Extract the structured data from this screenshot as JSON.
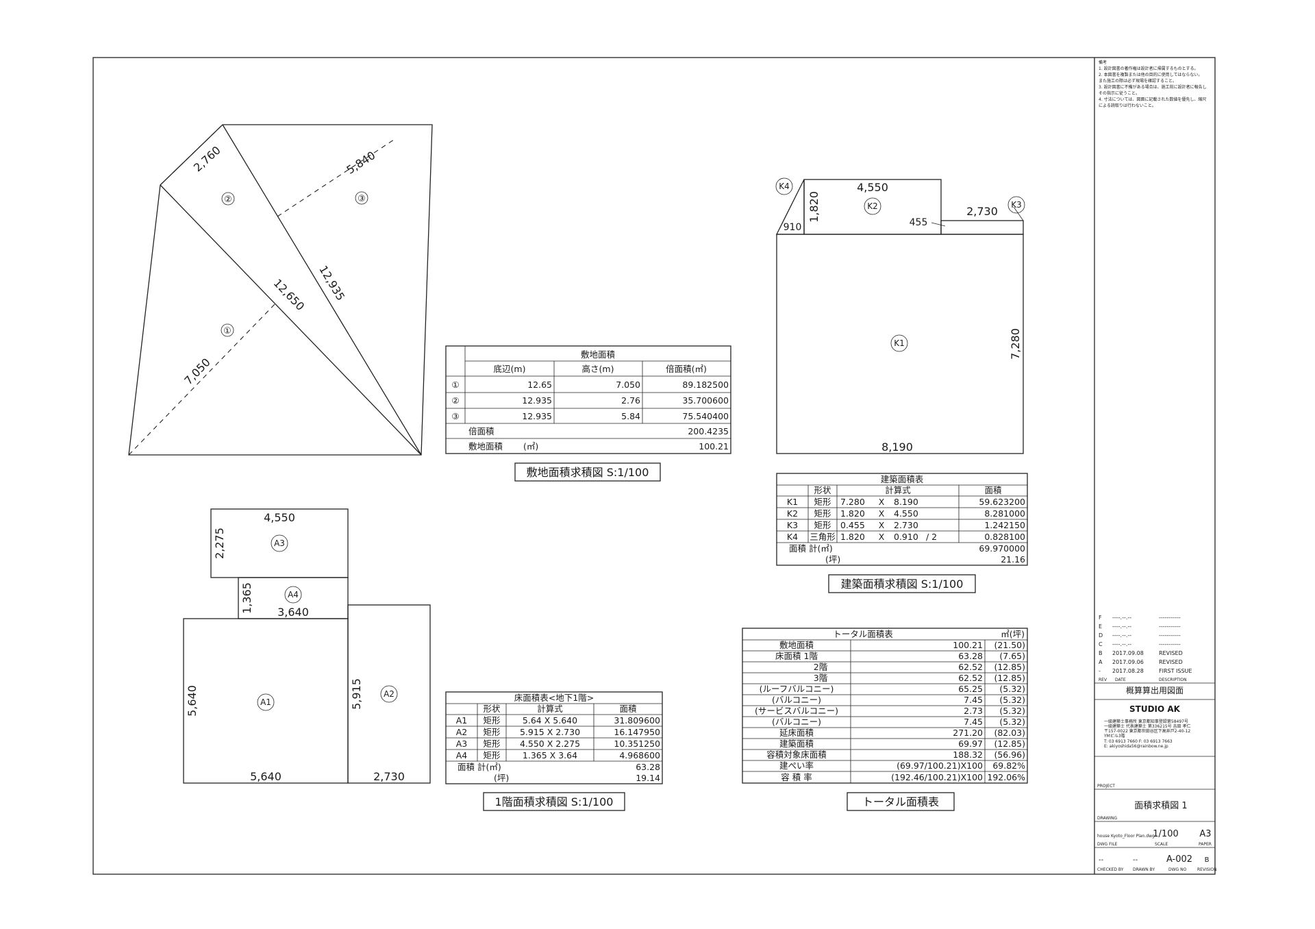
{
  "site": {
    "dims": {
      "d2760": "2,760",
      "d5840": "5,840",
      "d12935": "12,935",
      "d12650": "12,650",
      "d7050": "7,050"
    },
    "labels": [
      "②",
      "③",
      "①"
    ]
  },
  "site_table": {
    "title": "敷地面積",
    "headers": [
      "底辺(m)",
      "高さ(m)",
      "倍面積(㎡)"
    ],
    "rows": [
      {
        "id": "①",
        "base": "12.65",
        "height": "7.050",
        "double": "89.182500"
      },
      {
        "id": "②",
        "base": "12.935",
        "height": "2.76",
        "double": "35.700600"
      },
      {
        "id": "③",
        "base": "12.935",
        "height": "5.84",
        "double": "75.540400"
      }
    ],
    "double_label": "倍面積",
    "double_total": "200.4235",
    "area_label": "敷地面積",
    "area_unit": "(㎡)",
    "area_total": "100.21"
  },
  "site_caption": "敷地面積求積図  S:1/100",
  "building": {
    "dims": {
      "top": "4,550",
      "left": "1,820",
      "right": "2,730",
      "small": "455",
      "tri": "910",
      "side": "7,280",
      "bottom": "8,190"
    },
    "labels": [
      "K4",
      "K2",
      "K3",
      "K1"
    ]
  },
  "building_table": {
    "title": "建築面積表",
    "headers": [
      "形状",
      "計算式",
      "面積"
    ],
    "rows": [
      {
        "id": "K1",
        "shape": "矩形",
        "a": "7.280",
        "op": "X",
        "b": "8.190",
        "div": "",
        "area": "59.623200"
      },
      {
        "id": "K2",
        "shape": "矩形",
        "a": "1.820",
        "op": "X",
        "b": "4.550",
        "div": "",
        "area": "8.281000"
      },
      {
        "id": "K3",
        "shape": "矩形",
        "a": "0.455",
        "op": "X",
        "b": "2.730",
        "div": "",
        "area": "1.242150"
      },
      {
        "id": "K4",
        "shape": "三角形",
        "a": "1.820",
        "op": "X",
        "b": "0.910",
        "div": "/    2",
        "area": "0.828100"
      }
    ],
    "total_label": "面積   計(㎡)",
    "total": "69.970000",
    "tsubo_label": "(坪)",
    "tsubo": "21.16"
  },
  "building_caption": "建築面積求積図  S:1/100",
  "floor": {
    "dims": {
      "a3top": "4,550",
      "a3side": "2,275",
      "a4side": "1,365",
      "a4w": "3,640",
      "a1side": "5,640",
      "a2side": "5,915",
      "a1bottom": "5,640",
      "a2bottom": "2,730"
    },
    "labels": [
      "A3",
      "A4",
      "A1",
      "A2"
    ]
  },
  "floor_table": {
    "title": "床面積表<地下1階>",
    "headers": [
      "形状",
      "計算式",
      "面積"
    ],
    "rows": [
      {
        "id": "A1",
        "shape": "矩形",
        "formula": "5.64  X  5.640",
        "area": "31.809600"
      },
      {
        "id": "A2",
        "shape": "矩形",
        "formula": "5.915  X  2.730",
        "area": "16.147950"
      },
      {
        "id": "A3",
        "shape": "矩形",
        "formula": "4.550  X  2.275",
        "area": "10.351250"
      },
      {
        "id": "A4",
        "shape": "矩形",
        "formula": "1.365  X  3.64",
        "area": "4.968600"
      }
    ],
    "total_label": "面積   計(㎡)",
    "total": "63.28",
    "tsubo_label": "(坪)",
    "tsubo": "19.14"
  },
  "floor_caption": "1階面積求積図  S:1/100",
  "total_table": {
    "title": "トータル面積表",
    "unit": "㎡(坪)",
    "rows": [
      {
        "label": "敷地面積",
        "indent": false,
        "value": "100.21",
        "tsubo": "(21.50)"
      },
      {
        "label": "床面積  1階",
        "indent": false,
        "value": "63.28",
        "tsubo": "(7.65)"
      },
      {
        "label": "2階",
        "indent": true,
        "value": "62.52",
        "tsubo": "(12.85)"
      },
      {
        "label": "3階",
        "indent": true,
        "value": "62.52",
        "tsubo": "(12.85)"
      },
      {
        "label": "(ルーフバルコニー)",
        "indent": false,
        "value": "65.25",
        "tsubo": "(5.32)"
      },
      {
        "label": "(バルコニー)",
        "indent": false,
        "value": "7.45",
        "tsubo": "(5.32)"
      },
      {
        "label": "(サービスバルコニー)",
        "indent": false,
        "value": "2.73",
        "tsubo": "(5.32)"
      },
      {
        "label": "(バルコニー)",
        "indent": false,
        "value": "7.45",
        "tsubo": "(5.32)"
      },
      {
        "label": "延床面積",
        "indent": false,
        "value": "271.20",
        "tsubo": "(82.03)"
      },
      {
        "label": "建築面積",
        "indent": false,
        "value": "69.97",
        "tsubo": "(12.85)"
      },
      {
        "label": "容積対象床面積",
        "indent": false,
        "value": "188.32",
        "tsubo": "(56.96)"
      },
      {
        "label": "建ぺい率",
        "indent": false,
        "value": "(69.97/100.21)X100",
        "tsubo": "69.82%"
      },
      {
        "label": "容 積 率",
        "indent": false,
        "value": "(192.46/100.21)X100",
        "tsubo": "192.06%"
      }
    ]
  },
  "total_caption": "トータル面積表",
  "title_block": {
    "notes": [
      "備考",
      "1. 設計図書の著作権は設計者に帰属するものとする。",
      "2. 本図書を複製または他の目的に使用してはならない。",
      "   また施工の際は必ず現場を確認すること。",
      "3. 設計図書に不備がある場合は、施工前に設計者に報告し",
      "   その指示に従うこと。",
      "4. 寸法については、図面に記載された数値を優先し、縮尺",
      "   による読取りは行わないこと。"
    ],
    "revisions": [
      {
        "rev": "F",
        "date": "----.--.--",
        "desc": "-----------"
      },
      {
        "rev": "E",
        "date": "----.--.--",
        "desc": "-----------"
      },
      {
        "rev": "D",
        "date": "----.--.--",
        "desc": "-----------"
      },
      {
        "rev": "C",
        "date": "----.--.--",
        "desc": "-----------"
      },
      {
        "rev": "B",
        "date": "2017.09.08",
        "desc": "REVISED"
      },
      {
        "rev": "A",
        "date": "2017.09.06",
        "desc": "REVISED"
      },
      {
        "rev": "-",
        "date": "2017.08.28",
        "desc": "FIRST ISSUE"
      }
    ],
    "rev_headers": [
      "REV",
      "DATE",
      "DESCRIPTION"
    ],
    "purpose": "概算算出用図面",
    "company": "STUDIO AK",
    "address": [
      "一級建築士事務所  東京都知事登録第58497号",
      "一級建築士 代表建築士 第336215号  吉田 孝仁",
      "〒157-0022  東京都世田谷区下高井戸2-40-12",
      "                               YMビル3階",
      "T: 03 6913 7660   F: 03 6913 7663",
      "E: akiyoshida56@rainbow.ne.jp"
    ],
    "project_label": "PROJECT",
    "drawing_label": "DRAWING",
    "drawing_title": "面積求積図  1",
    "file_label": "DWG FILE",
    "file": "house Kyoto_Floor Plan.dwg",
    "scale_label": "SCALE",
    "paper_label": "PAPER",
    "scale": "1/100",
    "paper": "A3",
    "checked": "--",
    "drawn": "--",
    "dwg_no": "A-002",
    "revision": "B",
    "footer_labels": [
      "CHECKED BY",
      "DRAWN BY",
      "DWG NO",
      "REVISION"
    ]
  }
}
